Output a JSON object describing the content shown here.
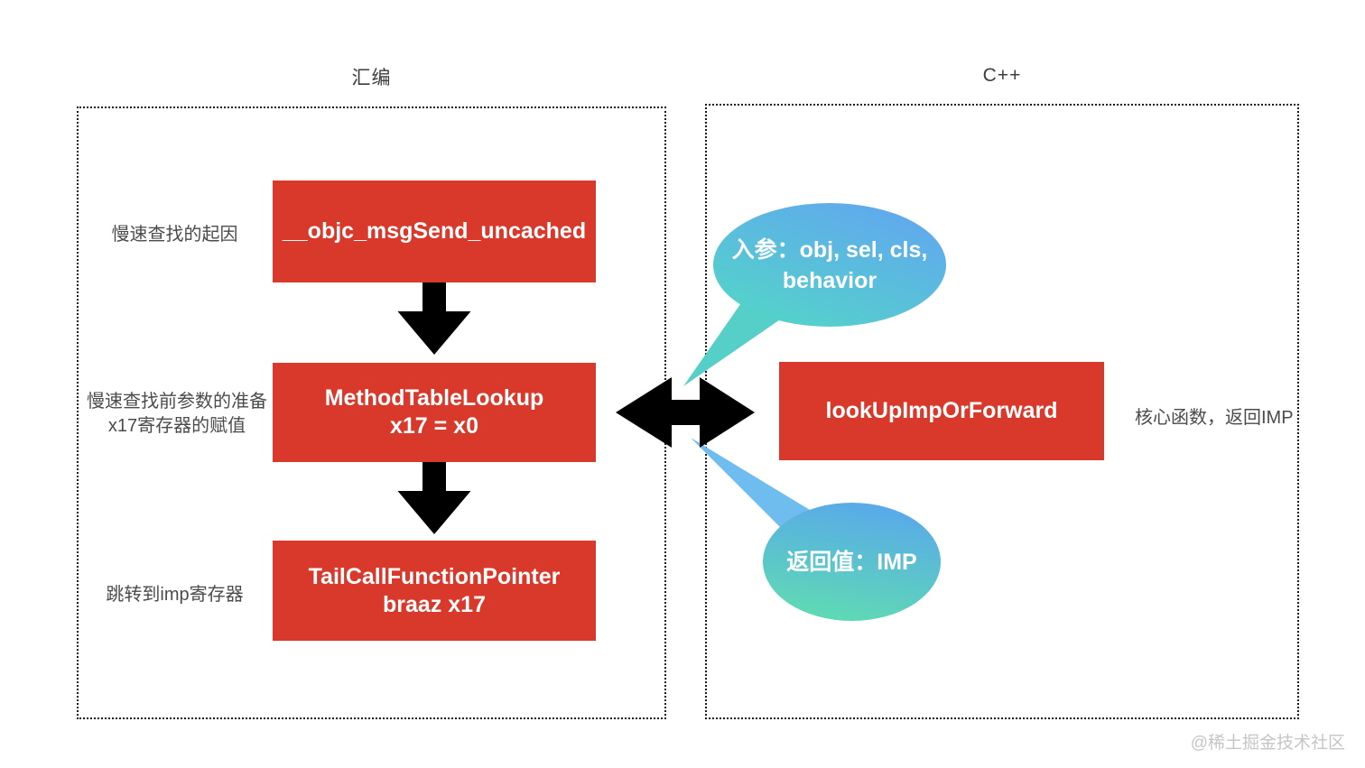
{
  "left": {
    "title": "汇编",
    "annotations": [
      {
        "text": "慢速查找的起因"
      },
      {
        "line1": "慢速查找前参数的准备",
        "line2": "x17寄存器的赋值"
      },
      {
        "text": "跳转到imp寄存器"
      }
    ],
    "boxes": [
      {
        "line1": "__objc_msgSend_uncached",
        "line2": ""
      },
      {
        "line1": "MethodTableLookup",
        "line2": "x17 = x0"
      },
      {
        "line1": "TailCallFunctionPointer",
        "line2": "braaz x17"
      }
    ]
  },
  "right": {
    "title": "C++",
    "box": {
      "line1": "lookUpImpOrForward"
    },
    "annotation": "核心函数，返回IMP",
    "bubbles": [
      {
        "line1": "入参：obj, sel, cls,",
        "line2": "behavior"
      },
      {
        "line1": "返回值：IMP"
      }
    ]
  },
  "watermark": "@稀土掘金技术社区",
  "colors": {
    "box_red": "#D9392B",
    "bubble_blue": "#5CA9EB",
    "bubble_cyan": "#54D2CB",
    "bubble_teal_green": "#5FDAB3",
    "tail_cyan": "#55CFC7",
    "tail_blue": "#6FBCEE",
    "arrow_black": "#000000",
    "annotation_gray": "#4b4b4b"
  }
}
